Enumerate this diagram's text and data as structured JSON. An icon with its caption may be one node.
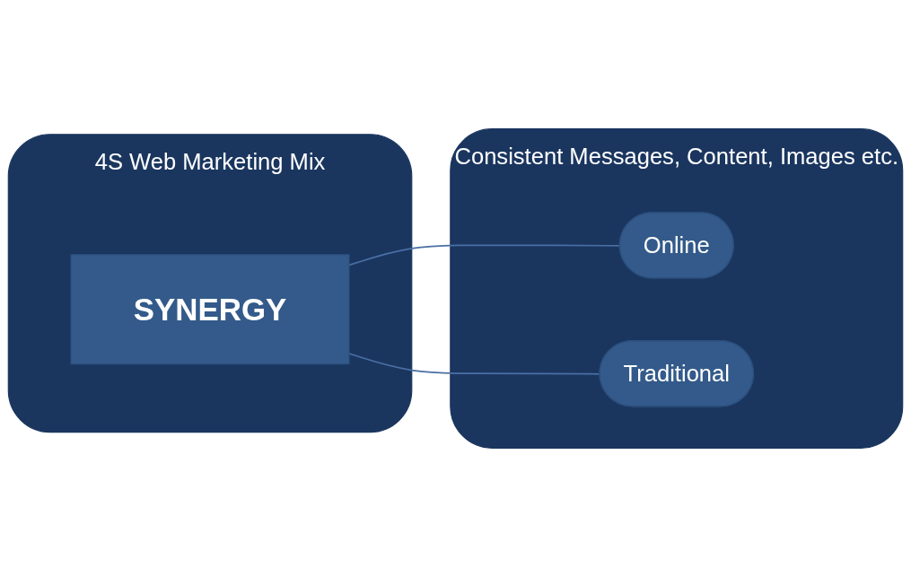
{
  "diagram": {
    "nodes": [
      {
        "text": [
          "4S Web Marketing Mix"
        ]
      },
      {
        "text": [
          "SYNERGY"
        ],
        "in": 0
      },
      {
        "text": [
          "Consistent Messages, Content, Images etc."
        ]
      },
      {
        "text": [
          "Online"
        ],
        "in": 2
      },
      {
        "text": [
          "Traditional"
        ],
        "in": 2
      }
    ],
    "edges": [
      {
        "from": 1,
        "to": 3,
        "arrow": "none"
      },
      {
        "from": 1,
        "to": 4,
        "arrow": "none"
      }
    ]
  }
}
